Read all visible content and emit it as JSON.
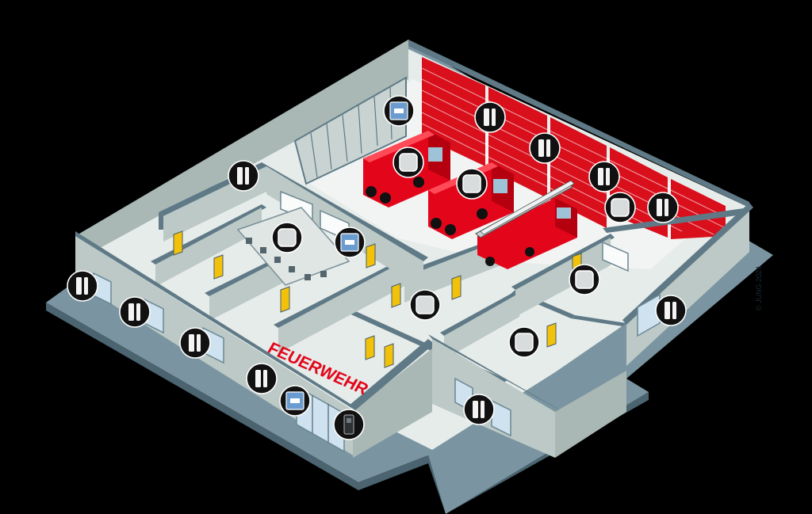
{
  "building": {
    "sign_text": "FEUERWEHR",
    "copyright": "© JUNG 2024"
  },
  "colors": {
    "background": "#000000",
    "floor": "#e6ecea",
    "wall_top": "#5f7a86",
    "wall_face": "#bcc9c6",
    "slab": "#7a95a1",
    "door": "#f2c20b",
    "truck_red": "#e3061b",
    "garage_door": "#d90f1c"
  },
  "devices": [
    {
      "type": "window-contact-sensor"
    },
    {
      "type": "window-contact-sensor"
    },
    {
      "type": "window-contact-sensor"
    },
    {
      "type": "window-contact-sensor"
    },
    {
      "type": "window-contact-sensor"
    },
    {
      "type": "window-contact-sensor"
    },
    {
      "type": "window-contact-sensor"
    },
    {
      "type": "window-contact-sensor"
    },
    {
      "type": "window-contact-sensor"
    },
    {
      "type": "window-contact-sensor"
    },
    {
      "type": "window-contact-sensor"
    },
    {
      "type": "motion-detector"
    },
    {
      "type": "motion-detector"
    },
    {
      "type": "motion-detector"
    },
    {
      "type": "motion-detector"
    },
    {
      "type": "motion-detector"
    },
    {
      "type": "motion-detector"
    },
    {
      "type": "motion-detector"
    },
    {
      "type": "motion-detector"
    },
    {
      "type": "control-panel"
    },
    {
      "type": "control-panel"
    },
    {
      "type": "control-panel"
    },
    {
      "type": "smoke-detector"
    },
    {
      "type": "access-keypad"
    }
  ]
}
